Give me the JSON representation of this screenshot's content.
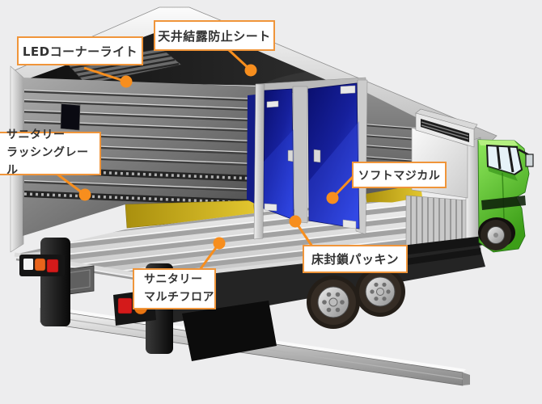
{
  "page": {
    "background_color": "#EDEDEE",
    "accent_border_color": "#F0953A",
    "leader_color": "#F78E1E",
    "label_text_color": "#333333"
  },
  "illustration": {
    "description": "Cutaway side illustration of a sanitary van truck body with open side, blue partition doors and green cab",
    "cab_color": "#54BE2E",
    "partition_door_color": "#1B2AAE",
    "kickplate_color": "#C9AC1C"
  },
  "callouts": {
    "led_corner_light": {
      "label": "LEDコーナーライト"
    },
    "ceiling_condensation_sheet": {
      "label": "天井結露防止シート"
    },
    "sanitary_lashing_rail": {
      "label_line1": "サニタリー",
      "label_line2": "ラッシングレール"
    },
    "soft_magical": {
      "label": "ソフトマジカル"
    },
    "floor_seal_packing": {
      "label": "床封鎖パッキン"
    },
    "sanitary_multi_floor": {
      "label_line1": "サニタリー",
      "label_line2": "マルチフロア"
    }
  }
}
